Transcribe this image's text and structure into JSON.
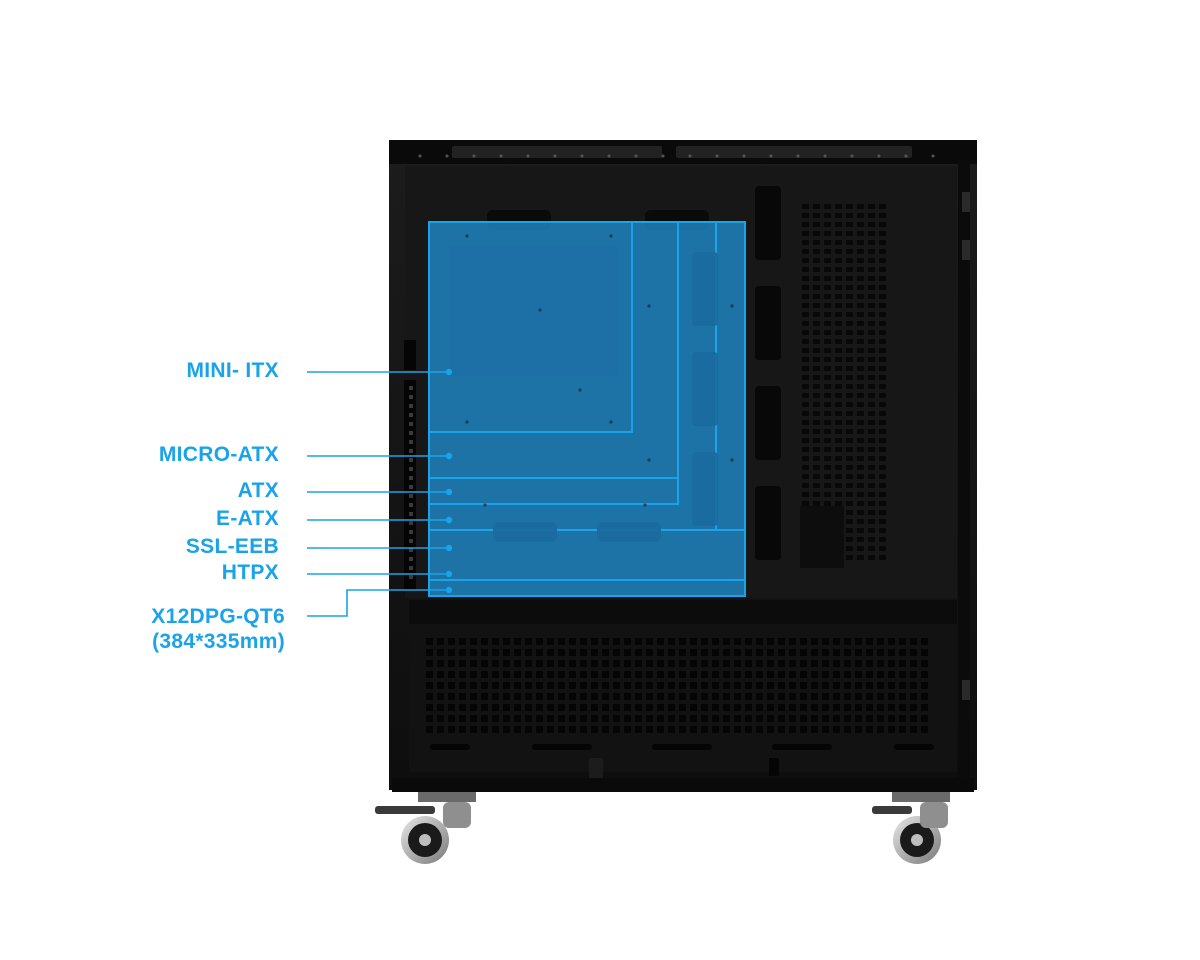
{
  "diagram": {
    "subject": "pc-case-side-view",
    "accent_color": "#1aa3e8",
    "case_color": "#141414",
    "board_fill": "#1f86c6",
    "labels": [
      {
        "id": "mini-itx",
        "text": "MINI- ITX"
      },
      {
        "id": "micro-atx",
        "text": "MICRO-ATX"
      },
      {
        "id": "atx",
        "text": "ATX"
      },
      {
        "id": "e-atx",
        "text": "E-ATX"
      },
      {
        "id": "ssl-eeb",
        "text": "SSL-EEB"
      },
      {
        "id": "htpx",
        "text": "HTPX"
      },
      {
        "id": "x12dpg-qt6",
        "text": "X12DPG-QT6",
        "subtext": "(384*335mm)"
      }
    ]
  }
}
